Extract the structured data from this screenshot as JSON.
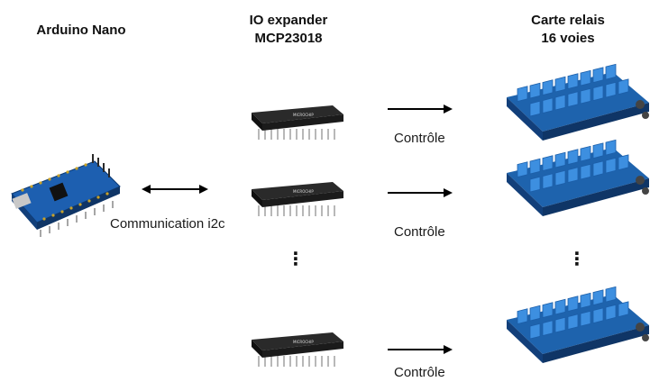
{
  "headings": {
    "arduino": "Arduino Nano",
    "expander_line1": "IO expander",
    "expander_line2": "MCP23018",
    "relay_line1": "Carte relais",
    "relay_line2": "16 voies"
  },
  "labels": {
    "communication": "Communication i2c",
    "control": "Contrôle"
  },
  "ellipsis": "⋮",
  "colors": {
    "arduino_board": "#1d5fb0",
    "chip_body": "#1b1b1b",
    "relay_board": "#1e63ad",
    "relay_block": "#3d8fe0",
    "arrow": "#000000"
  }
}
